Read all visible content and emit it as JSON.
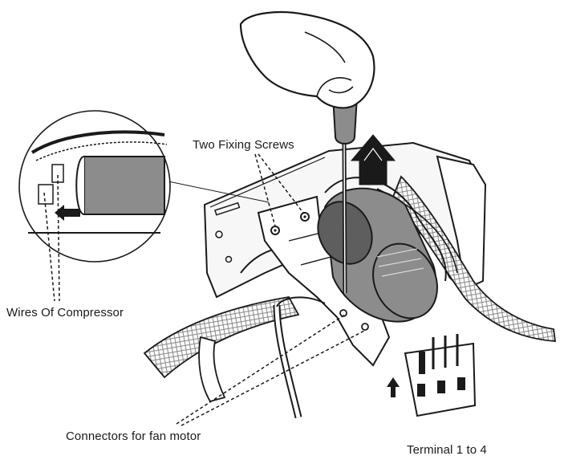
{
  "labels": {
    "fixing_screws": "Two Fixing Screws",
    "compressor_wires": "Wires Of Compressor",
    "fan_connectors": "Connectors for fan motor",
    "terminal": "Terminal 1 to 4"
  },
  "colors": {
    "ink": "#1a1a1a",
    "motor": "#8c8c8c",
    "motor_dark": "#5e5e5e",
    "panel": "#f7f7f7",
    "background": "#ffffff"
  }
}
